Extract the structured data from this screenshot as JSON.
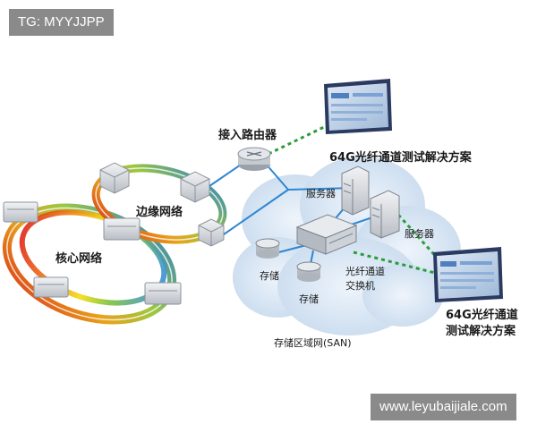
{
  "watermark_top": "TG: MYYJJPP",
  "watermark_bottom": "www.leyubaijiale.com",
  "labels": {
    "access_router": "接入路由器",
    "fc_test_top": "64G光纤通道测试解决方案",
    "server_a": "服务器",
    "server_b": "服务器",
    "edge_network": "边缘网络",
    "core_network": "核心网络",
    "storage_a": "存储",
    "storage_b": "存储",
    "fc_switch": "光纤通道交换机",
    "fc_test_right": "64G光纤通道测试解决方案",
    "san": "存储区域网(SAN)"
  },
  "colors": {
    "ring_gradient": [
      "#e02a1a",
      "#f08c10",
      "#f4dc10",
      "#7cc23a",
      "#3a8fd6"
    ],
    "link_blue": "#2f86d0",
    "link_green_dotted": "#2a9d3a",
    "cloud": "#d7e6f5"
  }
}
